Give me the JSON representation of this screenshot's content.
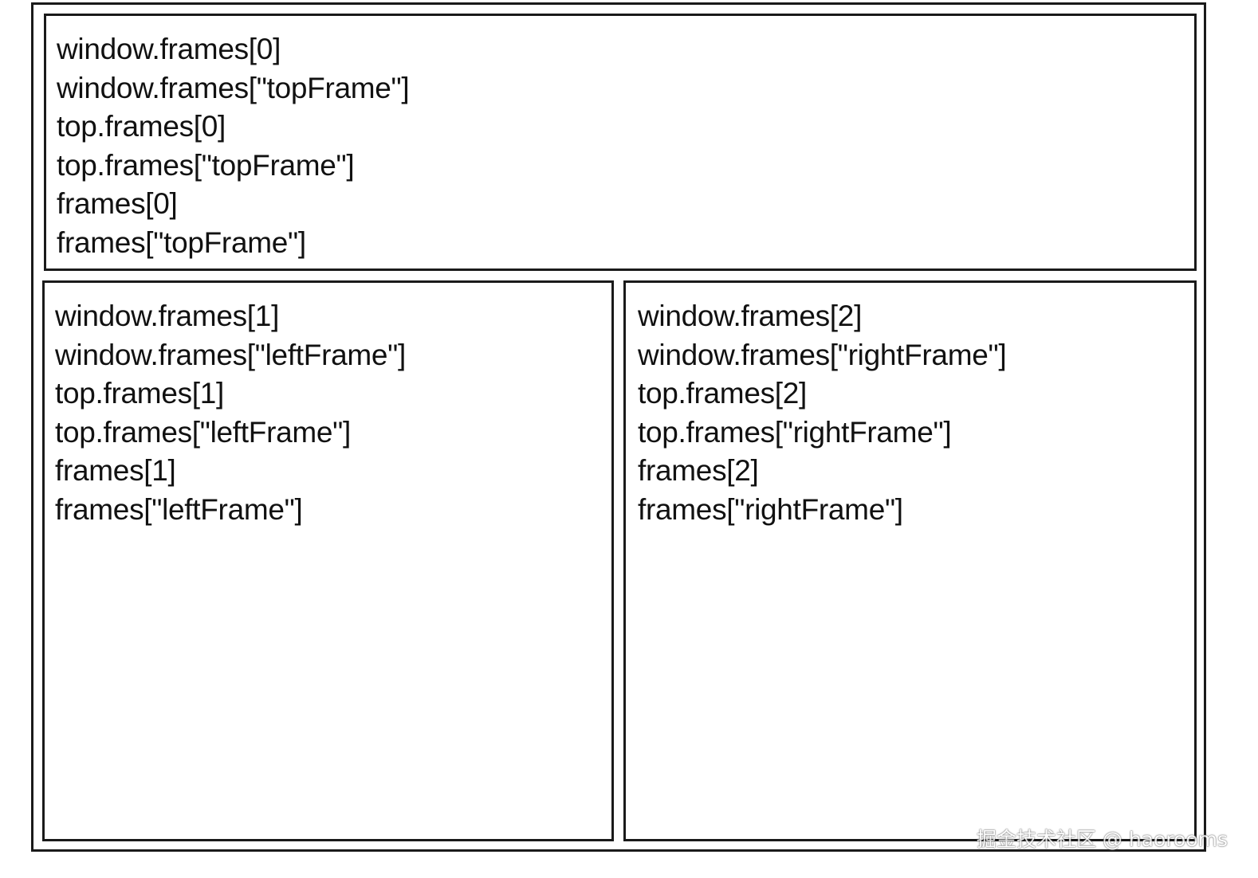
{
  "frames": {
    "top": {
      "lines": [
        "window.frames[0]",
        "window.frames[\"topFrame\"]",
        "top.frames[0]",
        "top.frames[\"topFrame\"]",
        "frames[0]",
        "frames[\"topFrame\"]"
      ]
    },
    "left": {
      "lines": [
        "window.frames[1]",
        "window.frames[\"leftFrame\"]",
        "top.frames[1]",
        "top.frames[\"leftFrame\"]",
        "frames[1]",
        "frames[\"leftFrame\"]"
      ]
    },
    "right": {
      "lines": [
        "window.frames[2]",
        "window.frames[\"rightFrame\"]",
        "top.frames[2]",
        "top.frames[\"rightFrame\"]",
        "frames[2]",
        "frames[\"rightFrame\"]"
      ]
    }
  },
  "watermark": "掘金技术社区 @ haorooms"
}
